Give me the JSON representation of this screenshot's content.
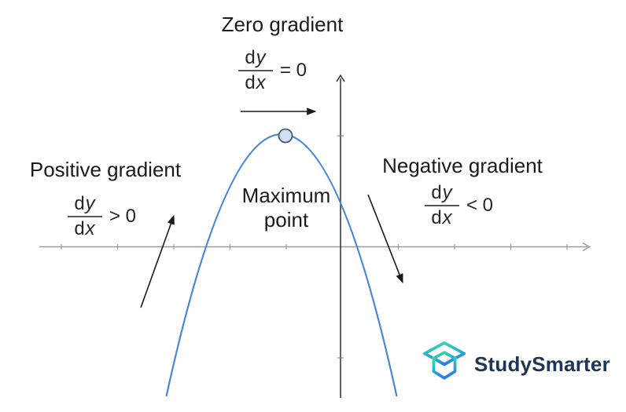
{
  "annotations": {
    "zero": {
      "label": "Zero gradient",
      "fraction": {
        "num_d": "d",
        "num_var": "y",
        "den_d": "d",
        "den_var": "x"
      },
      "relation": "= 0"
    },
    "positive": {
      "label": "Positive gradient",
      "fraction": {
        "num_d": "d",
        "num_var": "y",
        "den_d": "d",
        "den_var": "x"
      },
      "relation": "> 0"
    },
    "negative": {
      "label": "Negative gradient",
      "fraction": {
        "num_d": "d",
        "num_var": "y",
        "den_d": "d",
        "den_var": "x"
      },
      "relation": "< 0"
    },
    "maximum": {
      "label": "Maximum point"
    }
  },
  "curve": {
    "type": "parabola",
    "opens": "down",
    "feature": "maximum point marked with a circle at the vertex",
    "arrows": [
      "up-right along positive slope",
      "right at zero slope",
      "down-right along negative slope"
    ]
  },
  "logo": {
    "text": "StudySmarter"
  },
  "colors": {
    "curve_blue": "#4a86d8",
    "marker_fill": "#cfe0f2",
    "marker_stroke": "#4a5a66",
    "x_axis_gray": "#9a9a9a",
    "y_axis_black": "#2e2e2e",
    "annotation_arrow": "#1a1a1a",
    "text": "#1b1b1b",
    "fraction_bar": "#57575a",
    "logo_text_navy": "#1e3553",
    "logo_teal": "#3edc9b",
    "logo_blue": "#2b7de2"
  }
}
